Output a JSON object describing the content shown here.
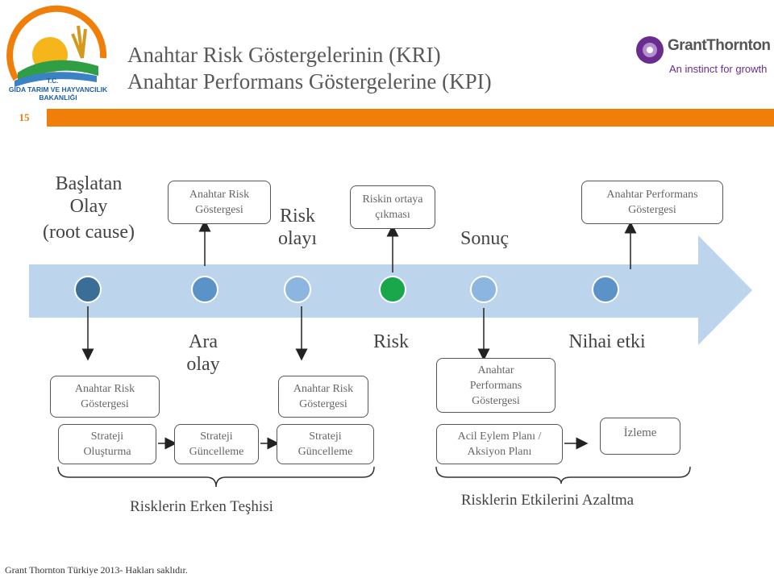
{
  "header": {
    "title_line1": "Anahtar Risk Göstergelerinin (KRI)",
    "title_line2": "Anahtar Performans Göstergelerine (KPI)",
    "page_number": "15",
    "ministry_logo": {
      "line1": "T.C.",
      "line2": "GIDA TARIM VE HAYVANCILIK",
      "line3": "BAKANLIĞI"
    },
    "brand_logo": {
      "name": "GrantThornton",
      "tagline": "An instinct for growth"
    }
  },
  "top_labels": {
    "root_line1": "Başlatan",
    "root_line2": "Olay",
    "root_line3": "(root cause)",
    "risk_event_line1": "Risk",
    "risk_event_line2": "olayı",
    "result": "Sonuç"
  },
  "top_boxes": {
    "kri_line1": "Anahtar Risk",
    "kri_line2": "Göstergesi",
    "emergence_line1": "Riskin ortaya",
    "emergence_line2": "çıkması",
    "kpi_line1": "Anahtar Performans",
    "kpi_line2": "Göstergesi"
  },
  "bottom_labels": {
    "intermediate_line1": "Ara",
    "intermediate_line2": "olay",
    "risk": "Risk",
    "final_impact": "Nihai etki"
  },
  "bottom_boxes": {
    "kri1_line1": "Anahtar Risk",
    "kri1_line2": "Göstergesi",
    "kri2_line1": "Anahtar Risk",
    "kri2_line2": "Göstergesi",
    "kpi_line1": "Anahtar",
    "kpi_line2": "Performans",
    "kpi_line3": "Göstergesi"
  },
  "strategy_boxes": {
    "s1_line1": "Strateji",
    "s1_line2": "Oluşturma",
    "s2_line1": "Strateji",
    "s2_line2": "Güncelleme",
    "s3_line1": "Strateji",
    "s3_line2": "Güncelleme",
    "action_line1": "Acil Eylem Planı /",
    "action_line2": "Aksiyon Planı",
    "monitoring": "İzleme"
  },
  "brace_labels": {
    "early_detection": "Risklerin Erken Teşhisi",
    "mitigation": "Risklerin Etkilerini Azaltma"
  },
  "footer": {
    "copyright": "Grant Thornton  Türkiye 2013- Hakları saklıdır."
  },
  "colors": {
    "accent_orange": "#f07f09",
    "arrow_blue": "#bcd5ec",
    "dot_dark": "#3b6e96",
    "dot_mid": "#5b93c9",
    "dot_light": "#8cb6df",
    "dot_green": "#1aa64a",
    "brand_purple": "#6b2c8f"
  }
}
